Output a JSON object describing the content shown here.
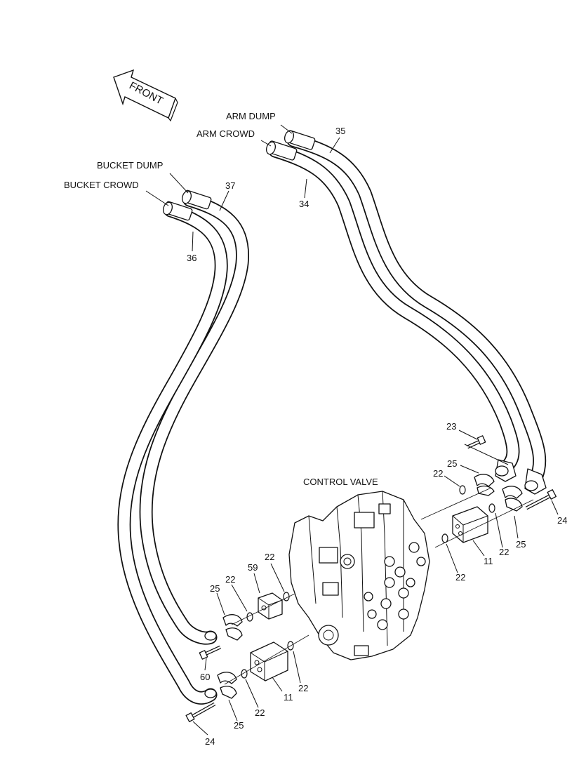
{
  "front_arrow": {
    "text": "FRONT"
  },
  "hose_labels": {
    "arm_dump": "ARM DUMP",
    "arm_crowd": "ARM CROWD",
    "bucket_dump": "BUCKET DUMP",
    "bucket_crowd": "BUCKET CROWD"
  },
  "control_valve_label": "CONTROL VALVE",
  "callouts": {
    "c35": "35",
    "c34": "34",
    "c37": "37",
    "c36": "36",
    "c23": "23",
    "c25_top": "25",
    "c22_top": "22",
    "c24_right": "24",
    "c25_right": "25",
    "c11_right": "11",
    "c22_right_a": "22",
    "c22_right_b": "22",
    "c59": "59",
    "c22_mid_a": "22",
    "c22_mid_b": "22",
    "c25_left": "25",
    "c60": "60",
    "c11_left": "11",
    "c22_low_a": "22",
    "c22_low_b": "22",
    "c24_left": "24",
    "c25_bottom": "25"
  },
  "colors": {
    "line": "#111111",
    "background": "#ffffff"
  }
}
